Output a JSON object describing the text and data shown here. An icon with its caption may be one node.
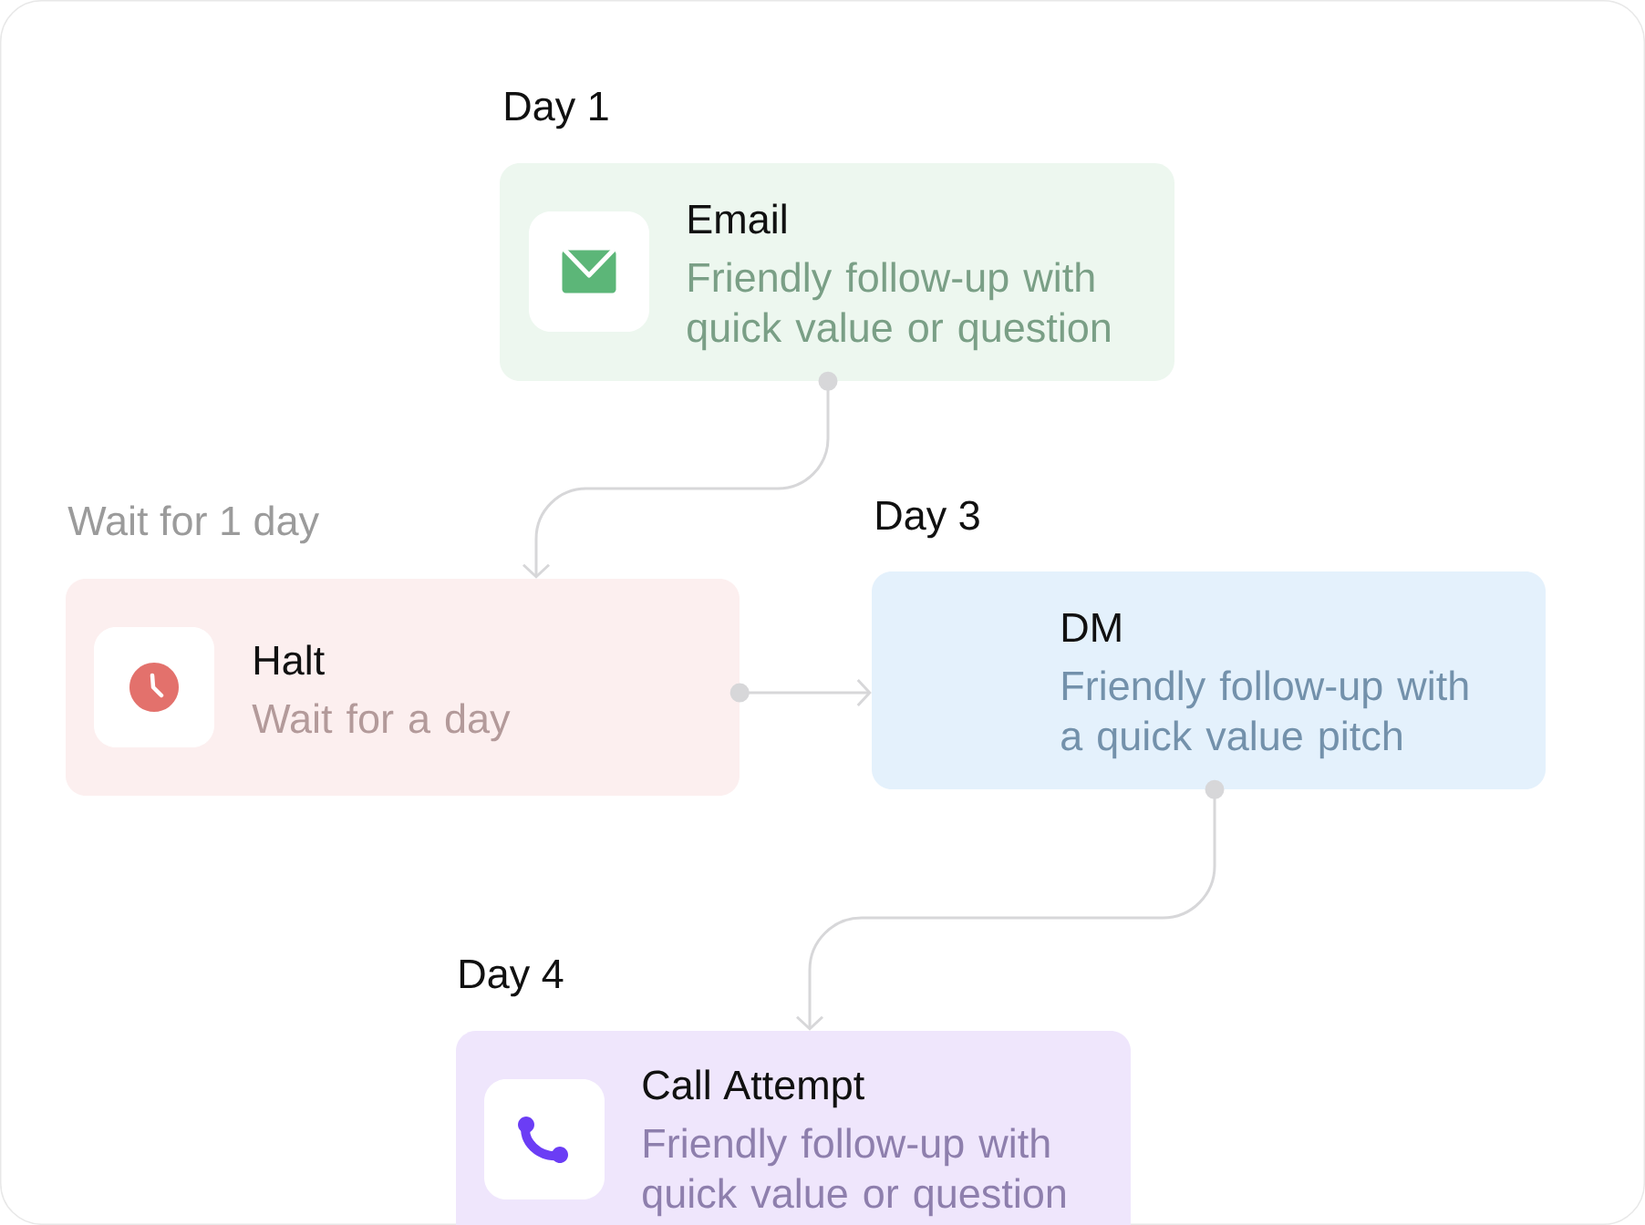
{
  "diagram": {
    "nodes": [
      {
        "text": [
          "Email",
          "Friendly follow-up with quick value or question"
        ],
        "beside": [
          "Day 1"
        ]
      },
      {
        "text": [
          "Halt",
          "Wait for a day"
        ],
        "beside": [
          "Wait for 1 day"
        ]
      },
      {
        "text": [
          "DM",
          "Friendly follow-up with a quick value pitch"
        ],
        "beside": [
          "Day 3"
        ]
      },
      {
        "text": [
          "Call Attempt",
          "Friendly follow-up with quick value or question"
        ],
        "beside": [
          "Day 4"
        ]
      }
    ],
    "edges": [
      {
        "from": 0,
        "to": 1,
        "arrow": "to"
      },
      {
        "from": 1,
        "to": 2,
        "arrow": "to"
      },
      {
        "from": 2,
        "to": 3,
        "arrow": "to"
      }
    ]
  }
}
